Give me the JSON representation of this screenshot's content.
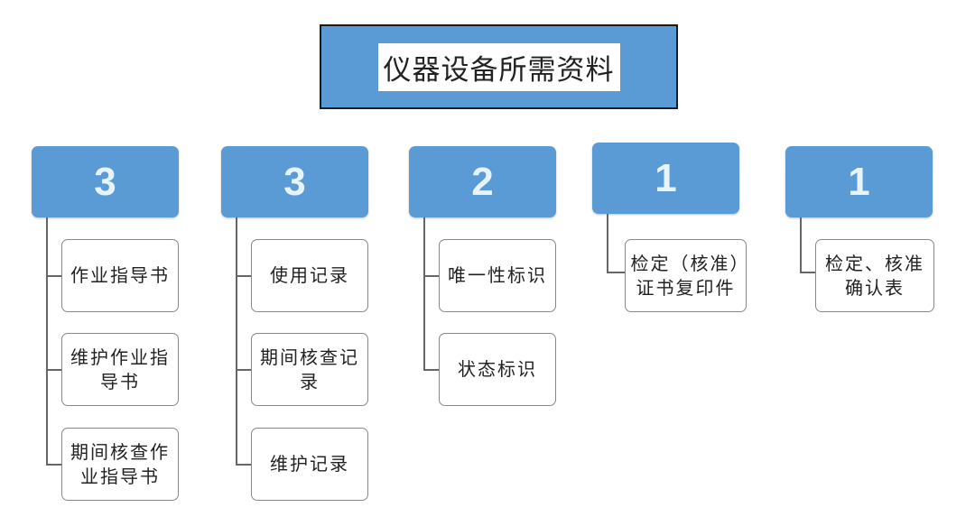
{
  "title": "仪器设备所需资料",
  "columns": [
    {
      "count": "3",
      "items": [
        "作业指导书",
        "维护作业指导书",
        "期间核查作业指导书"
      ]
    },
    {
      "count": "3",
      "items": [
        "使用记录",
        "期间核查记录",
        "维护记录"
      ]
    },
    {
      "count": "2",
      "items": [
        "唯一性标识",
        "状态标识"
      ]
    },
    {
      "count": "1",
      "items": [
        "检定（核准）证书复印件"
      ]
    },
    {
      "count": "1",
      "items": [
        "检定、核准确认表"
      ]
    }
  ],
  "colors": {
    "header": "#5b9bd5"
  }
}
